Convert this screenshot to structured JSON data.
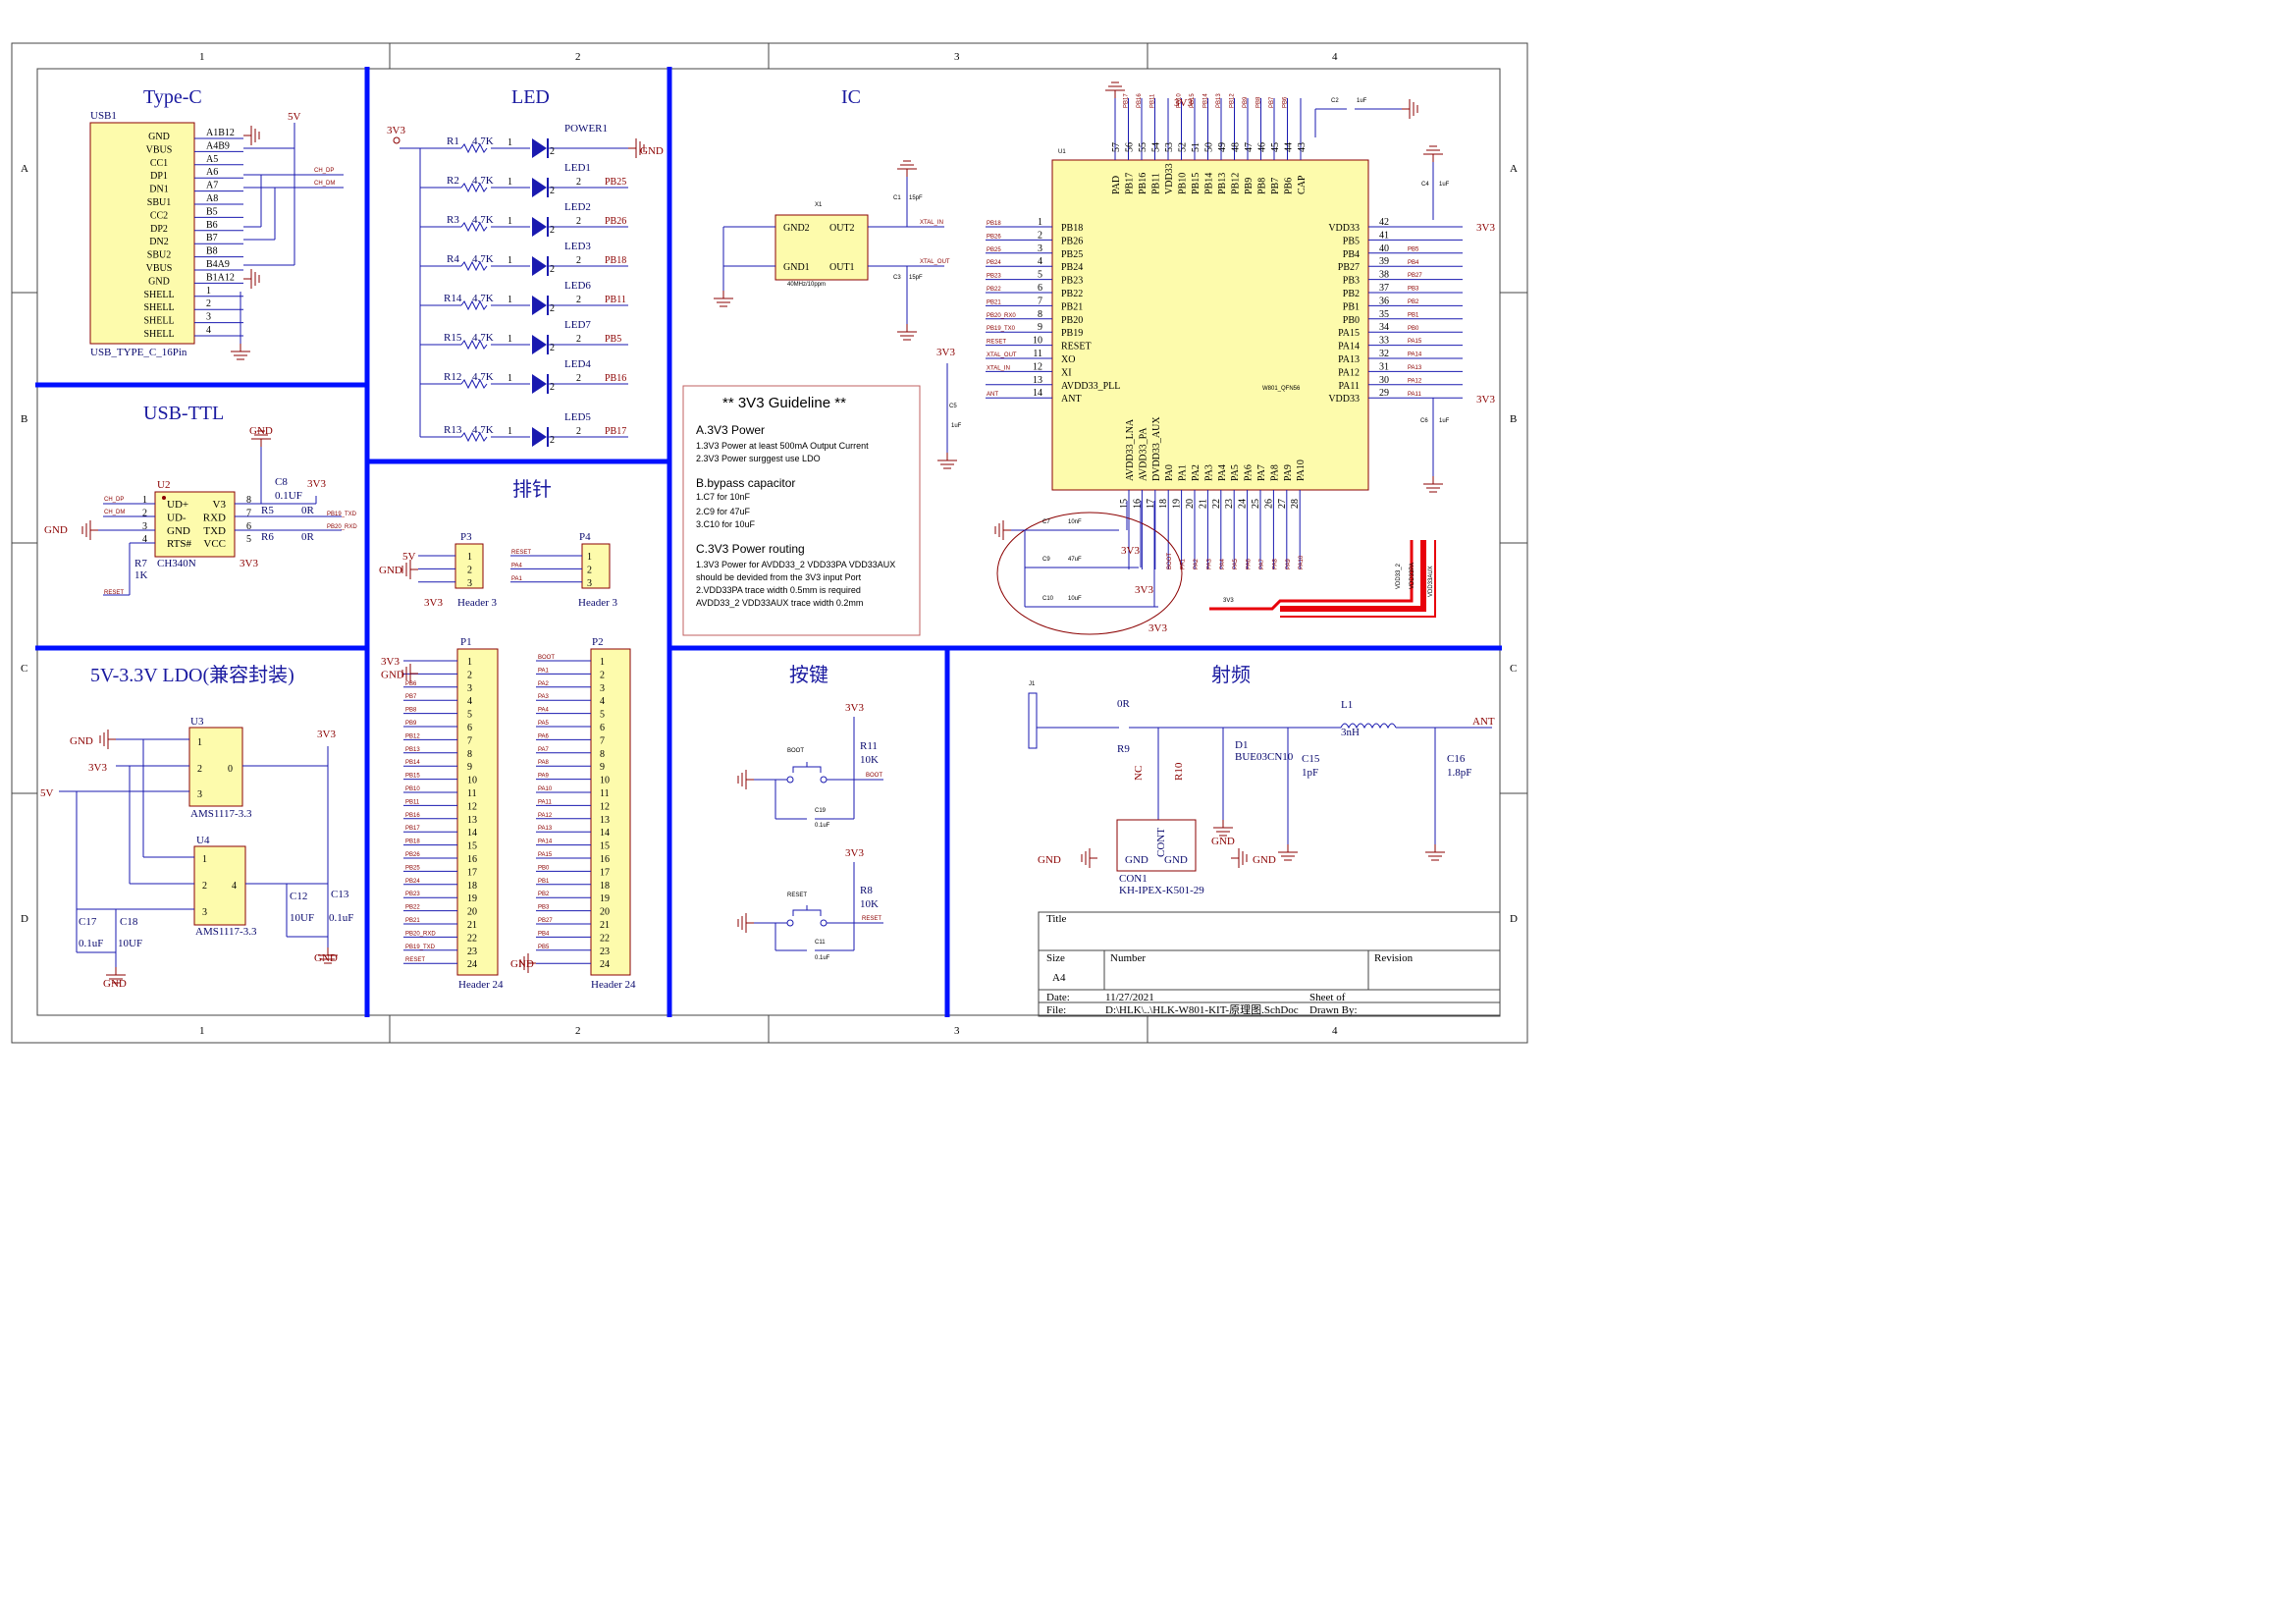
{
  "sheet": {
    "col_labels": [
      "1",
      "2",
      "3",
      "4"
    ],
    "row_labels": [
      "A",
      "B",
      "C",
      "D"
    ]
  },
  "sections": {
    "typec": "Type-C",
    "led": "LED",
    "ic": "IC",
    "usbttl": "USB-TTL",
    "header": "排针",
    "ldo": "5V-3.3V LDO(兼容封装)",
    "keys": "按键",
    "rf": "射频"
  },
  "typec": {
    "ref": "USB1",
    "part": "USB_TYPE_C_16Pin",
    "pin_names": [
      "GND",
      "VBUS",
      "CC1",
      "DP1",
      "DN1",
      "SBU1",
      "CC2",
      "DP2",
      "DN2",
      "SBU2",
      "VBUS",
      "GND",
      "SHELL",
      "SHELL",
      "SHELL",
      "SHELL"
    ],
    "pin_nums": [
      "A1B12",
      "A4B9",
      "A5",
      "A6",
      "A7",
      "A8",
      "B5",
      "B6",
      "B7",
      "B8",
      "B4A9",
      "B1A12",
      "1",
      "2",
      "3",
      "4"
    ],
    "net_5v": "5V",
    "net_dp": "CH_DP",
    "net_dm": "CH_DM"
  },
  "led": {
    "supply": "3V3",
    "gnd": "GND",
    "rows": [
      {
        "r": "R1",
        "val": "4.7K",
        "led": "POWER1",
        "net": ""
      },
      {
        "r": "R2",
        "val": "4.7K",
        "led": "LED1",
        "net": "PB25"
      },
      {
        "r": "R3",
        "val": "4.7K",
        "led": "LED2",
        "net": "PB26"
      },
      {
        "r": "R4",
        "val": "4.7K",
        "led": "LED3",
        "net": "PB18"
      },
      {
        "r": "R14",
        "val": "4.7K",
        "led": "LED6",
        "net": "PB11"
      },
      {
        "r": "R15",
        "val": "4.7K",
        "led": "LED7",
        "net": "PB5"
      },
      {
        "r": "R12",
        "val": "4.7K",
        "led": "LED4",
        "net": "PB16"
      },
      {
        "r": "R13",
        "val": "4.7K",
        "led": "LED5",
        "net": "PB17"
      }
    ]
  },
  "xtal": {
    "ref": "X1",
    "desc": "40MHz/10ppm",
    "pins": [
      "GND2",
      "OUT2",
      "GND1",
      "OUT1"
    ],
    "c1": "C1",
    "c1v": "15pF",
    "c3": "C3",
    "c3v": "15pF",
    "net_in": "XTAL_IN",
    "net_out": "XTAL_OUT"
  },
  "ic": {
    "ref": "U1",
    "part": "W801_QFN56",
    "left_pins": [
      {
        "n": "1",
        "name": "PB18",
        "net": "PB18"
      },
      {
        "n": "2",
        "name": "PB26",
        "net": "PB26"
      },
      {
        "n": "3",
        "name": "PB25",
        "net": "PB25"
      },
      {
        "n": "4",
        "name": "PB24",
        "net": "PB24"
      },
      {
        "n": "5",
        "name": "PB23",
        "net": "PB23"
      },
      {
        "n": "6",
        "name": "PB22",
        "net": "PB22"
      },
      {
        "n": "7",
        "name": "PB21",
        "net": "PB21"
      },
      {
        "n": "8",
        "name": "PB20",
        "net": "PB20_RX0"
      },
      {
        "n": "9",
        "name": "PB19",
        "net": "PB19_TX0"
      },
      {
        "n": "10",
        "name": "RESET",
        "net": "RESET"
      },
      {
        "n": "11",
        "name": "XO",
        "net": "XTAL_OUT"
      },
      {
        "n": "12",
        "name": "XI",
        "net": "XTAL_IN"
      },
      {
        "n": "13",
        "name": "AVDD33_PLL",
        "net": ""
      },
      {
        "n": "14",
        "name": "ANT",
        "net": "ANT"
      }
    ],
    "right_pins": [
      {
        "n": "42",
        "name": "VDD33",
        "net": "3V3"
      },
      {
        "n": "41",
        "name": "PB5",
        "net": "PB5"
      },
      {
        "n": "40",
        "name": "PB4",
        "net": "PB4"
      },
      {
        "n": "39",
        "name": "PB27",
        "net": "PB27"
      },
      {
        "n": "38",
        "name": "PB3",
        "net": "PB3"
      },
      {
        "n": "37",
        "name": "PB2",
        "net": "PB2"
      },
      {
        "n": "36",
        "name": "PB1",
        "net": "PB1"
      },
      {
        "n": "35",
        "name": "PB0",
        "net": "PB0"
      },
      {
        "n": "34",
        "name": "PA15",
        "net": "PA15"
      },
      {
        "n": "33",
        "name": "PA14",
        "net": "PA14"
      },
      {
        "n": "32",
        "name": "PA13",
        "net": "PA13"
      },
      {
        "n": "31",
        "name": "PA12",
        "net": "PA12"
      },
      {
        "n": "30",
        "name": "PA11",
        "net": "PA11"
      },
      {
        "n": "29",
        "name": "VDD33",
        "net": "3V3"
      }
    ],
    "top_pins": [
      {
        "n": "57",
        "name": "PAD",
        "net": ""
      },
      {
        "n": "56",
        "name": "PB17",
        "net": "PB17"
      },
      {
        "n": "55",
        "name": "PB16",
        "net": "PB16"
      },
      {
        "n": "54",
        "name": "PB11",
        "net": "PB11"
      },
      {
        "n": "53",
        "name": "VDD33",
        "net": "3V3"
      },
      {
        "n": "52",
        "name": "PB10",
        "net": "PB10"
      },
      {
        "n": "51",
        "name": "PB15",
        "net": "PB15"
      },
      {
        "n": "50",
        "name": "PB14",
        "net": "PB14"
      },
      {
        "n": "49",
        "name": "PB13",
        "net": "PB13"
      },
      {
        "n": "48",
        "name": "PB12",
        "net": "PB12"
      },
      {
        "n": "47",
        "name": "PB9",
        "net": "PB9"
      },
      {
        "n": "46",
        "name": "PB8",
        "net": "PB8"
      },
      {
        "n": "45",
        "name": "PB7",
        "net": "PB7"
      },
      {
        "n": "44",
        "name": "PB6",
        "net": "PB6"
      },
      {
        "n": "43",
        "name": "CAP",
        "net": ""
      }
    ],
    "bottom_pins": [
      {
        "n": "15",
        "name": "AVDD33_LNA",
        "net": ""
      },
      {
        "n": "16",
        "name": "AVDD33_PA",
        "net": ""
      },
      {
        "n": "17",
        "name": "DVDD33_AUX",
        "net": ""
      },
      {
        "n": "18",
        "name": "PA0",
        "net": "BOOT"
      },
      {
        "n": "19",
        "name": "PA1",
        "net": "PA1"
      },
      {
        "n": "20",
        "name": "PA2",
        "net": "PA2"
      },
      {
        "n": "21",
        "name": "PA3",
        "net": "PA3"
      },
      {
        "n": "22",
        "name": "PA4",
        "net": "PA4"
      },
      {
        "n": "23",
        "name": "PA5",
        "net": "PA5"
      },
      {
        "n": "24",
        "name": "PA6",
        "net": "PA6"
      },
      {
        "n": "25",
        "name": "PA7",
        "net": "PA7"
      },
      {
        "n": "26",
        "name": "PA8",
        "net": "PA8"
      },
      {
        "n": "27",
        "name": "PA9",
        "net": "PA9"
      },
      {
        "n": "28",
        "name": "PA10",
        "net": "PA10"
      }
    ],
    "c2": "C2",
    "c2v": "1uF",
    "c4": "C4",
    "c4v": "1uF",
    "c5": "C5",
    "c5v": "1uF",
    "c6": "C6",
    "c6v": "1uF",
    "c7": "C7",
    "c7v": "10nF",
    "c9": "C9",
    "c9v": "47uF",
    "c10": "C10",
    "c10v": "10uF",
    "v3": "3V3",
    "route_labels": [
      "3V3",
      "VDD33_2",
      "VDD33PA",
      "VDD33AUX"
    ]
  },
  "guideline": {
    "title": "** 3V3 Guideline **",
    "a_head": "A.3V3 Power",
    "a1": "1.3V3 Power at least 500mA Output Current",
    "a2": "2.3V3 Power surggest use LDO",
    "b_head": "B.bypass capacitor",
    "b1": "1.C7 for 10nF",
    "b2": "2.C9 for 47uF",
    "b3": "3.C10 for 10uF",
    "c_head": "C.3V3 Power routing",
    "c1": "1.3V3 Power for AVDD33_2  VDD33PA  VDD33AUX",
    "c2": "should be devided from the 3V3 input Port",
    "c3": "2.VDD33PA trace width 0.5mm is required",
    "c4": "AVDD33_2  VDD33AUX  trace width 0.2mm"
  },
  "usbttl": {
    "ref": "U2",
    "part": "CH340N",
    "pins_l": [
      "UD+",
      "UD-",
      "GND",
      "RTS#"
    ],
    "pins_r": [
      "V3",
      "RXD",
      "TXD",
      "VCC"
    ],
    "nums_l": [
      "1",
      "2",
      "3",
      "4"
    ],
    "nums_r": [
      "8",
      "7",
      "6",
      "5"
    ],
    "gnd": "GND",
    "c8": "C8",
    "c8v": "0.1UF",
    "r5": "R5",
    "r5v": "0R",
    "r6": "R6",
    "r6v": "0R",
    "r7": "R7",
    "r7v": "1K",
    "v3": "3V3",
    "net_rx": "PB19_TXD",
    "net_tx": "PB20_RXD",
    "net_dp": "CH_DP",
    "net_dm": "CH_DM",
    "net_reset": "RESET"
  },
  "headers": {
    "p3": "P3",
    "p4": "P4",
    "h3": "Header 3",
    "p1": "P1",
    "p2": "P2",
    "h24": "Header 24",
    "p3_left": [
      "5V",
      "GND",
      "3V3"
    ],
    "p4_nets": [
      "RESET",
      "PA4",
      "PA1"
    ],
    "p1_nets": [
      "3V3",
      "GND",
      "PB6",
      "PB7",
      "PB8",
      "PB9",
      "PB12",
      "PB13",
      "PB14",
      "PB15",
      "PB10",
      "PB11",
      "PB16",
      "PB17",
      "PB18",
      "PB26",
      "PB25",
      "PB24",
      "PB23",
      "PB22",
      "PB21",
      "PB20_RXD",
      "PB19_TXD",
      "RESET"
    ],
    "p2_nets": [
      "BOOT",
      "PA1",
      "PA2",
      "PA3",
      "PA4",
      "PA5",
      "PA6",
      "PA7",
      "PA8",
      "PA9",
      "PA10",
      "PA11",
      "PA12",
      "PA13",
      "PA14",
      "PA15",
      "PB0",
      "PB1",
      "PB2",
      "PB3",
      "PB27",
      "PB4",
      "PB5",
      "GND"
    ]
  },
  "ldo": {
    "u3": "U3",
    "u3p": "AMS1117-3.3",
    "u4": "U4",
    "u4p": "AMS1117-3.3",
    "gnd": "GND",
    "v3": "3V3",
    "v5": "5V",
    "c12": "C12",
    "c12v": "10UF",
    "c13": "C13",
    "c13v": "0.1uF",
    "c17": "C17",
    "c17v": "0.1uF",
    "c18": "C18",
    "c18v": "10UF"
  },
  "keys": {
    "v3": "3V3",
    "boot": "BOOT",
    "reset": "RESET",
    "r11": "R11",
    "r11v": "10K",
    "r8": "R8",
    "r8v": "10K",
    "c19": "C19",
    "c19v": "0.1uF",
    "c11": "C11",
    "c11v": "0.1uF"
  },
  "rf": {
    "j1": "J1",
    "r9": "R9",
    "r9v": "0R",
    "nc": "NC",
    "r10": "R10",
    "d1": "D1",
    "d1p": "BUE03CN10",
    "c15": "C15",
    "c15v": "1pF",
    "l1": "L1",
    "l1v": "3nH",
    "c16": "C16",
    "c16v": "1.8pF",
    "ant": "ANT",
    "con": "CON1",
    "conp": "KH-IPEX-K501-29",
    "cont": "CONT",
    "gnd": "GND"
  },
  "titleblock": {
    "title": "Title",
    "size_h": "Size",
    "size": "A4",
    "number_h": "Number",
    "revision_h": "Revision",
    "date_h": "Date:",
    "date": "11/27/2021",
    "sheet": "Sheet   of",
    "file_h": "File:",
    "file": "D:\\HLK\\..\\HLK-W801-KIT-原理图.SchDoc",
    "drawn": "Drawn By:"
  },
  "colors": {
    "wire": "#1a1ab0",
    "part_outline": "#8b0000",
    "part_fill": "#fdfbac",
    "divider": "#0010ff",
    "route": "#e8000b"
  }
}
